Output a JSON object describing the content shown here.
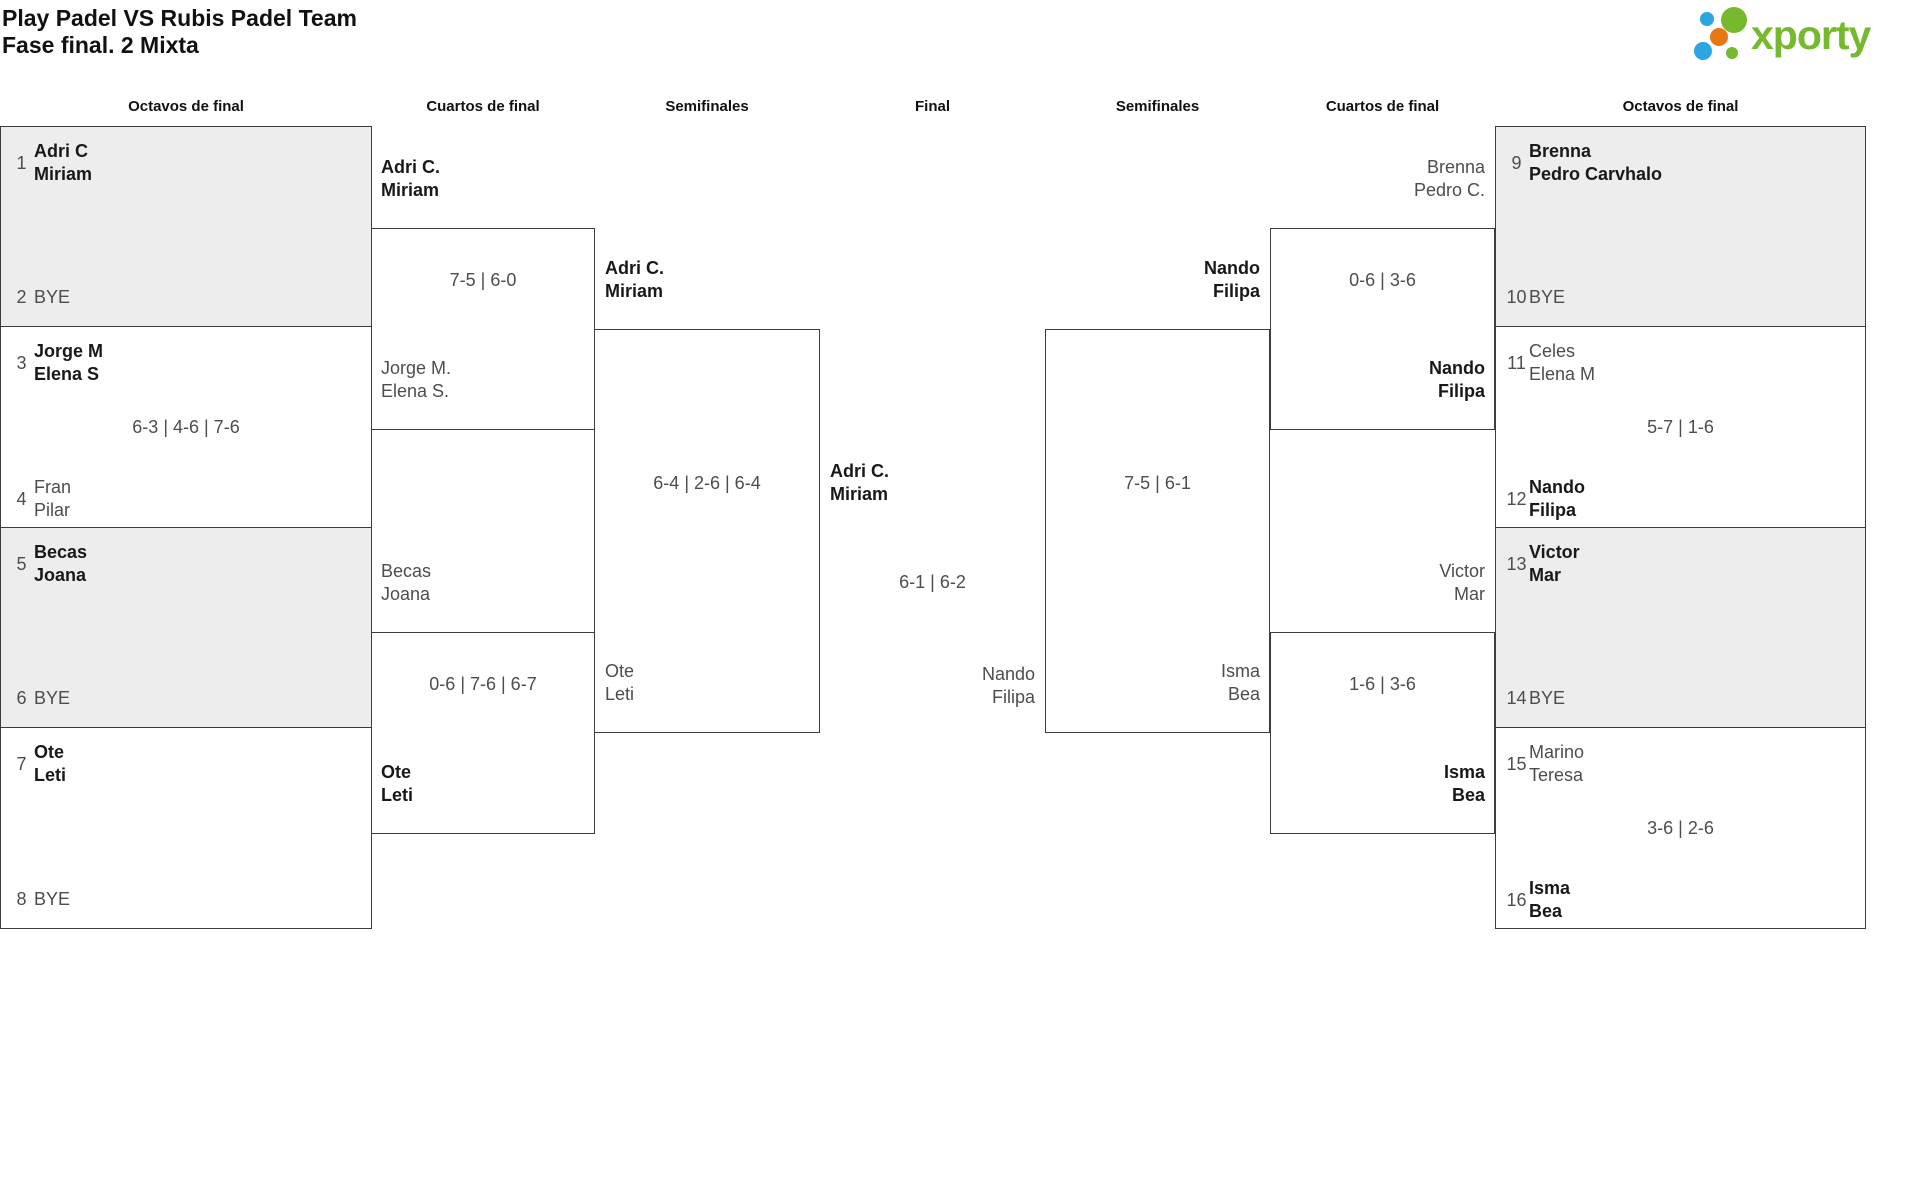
{
  "title": {
    "line1": "Play Padel VS Rubis Padel Team",
    "line2": "Fase final. 2 Mixta"
  },
  "logo": {
    "brand": "xporty",
    "green": "#76b82e",
    "blue": "#2ba7df",
    "orange": "#e97812"
  },
  "headers": {
    "r16_left": "Octavos de final",
    "qf_left": "Cuartos de final",
    "sf_left": "Semifinales",
    "final": "Final",
    "sf_right": "Semifinales",
    "qf_right": "Cuartos de final",
    "r16_right": "Octavos de final"
  },
  "r16": {
    "m1": {
      "seed1": "1",
      "t1a": "Adri C",
      "t1b": "Miriam",
      "seed2": "2",
      "t2a": "BYE"
    },
    "m2": {
      "seed1": "3",
      "t1a": "Jorge M",
      "t1b": "Elena S",
      "score": "6-3 | 4-6 | 7-6",
      "seed2": "4",
      "t2a": "Fran",
      "t2b": "Pilar"
    },
    "m3": {
      "seed1": "5",
      "t1a": "Becas",
      "t1b": "Joana",
      "seed2": "6",
      "t2a": "BYE"
    },
    "m4": {
      "seed1": "7",
      "t1a": "Ote",
      "t1b": "Leti",
      "seed2": "8",
      "t2a": "BYE"
    },
    "m5": {
      "seed1": "9",
      "t1a": "Brenna",
      "t1b": "Pedro Carvhalo",
      "seed2": "10",
      "t2a": "BYE"
    },
    "m6": {
      "seed1": "11",
      "t1a": "Celes",
      "t1b": "Elena M",
      "score": "5-7 | 1-6",
      "seed2": "12",
      "t2a": "Nando",
      "t2b": "Filipa"
    },
    "m7": {
      "seed1": "13",
      "t1a": "Victor",
      "t1b": "Mar",
      "seed2": "14",
      "t2a": "BYE"
    },
    "m8": {
      "seed1": "15",
      "t1a": "Marino",
      "t1b": "Teresa",
      "score": "3-6 | 2-6",
      "seed2": "16",
      "t2a": "Isma",
      "t2b": "Bea"
    }
  },
  "qf": {
    "left1": {
      "t1a": "Adri C.",
      "t1b": "Miriam",
      "score": "7-5 | 6-0",
      "t2a": "Jorge M.",
      "t2b": "Elena S."
    },
    "left2": {
      "t1a": "Becas",
      "t1b": "Joana",
      "score": "0-6 | 7-6 | 6-7",
      "t2a": "Ote",
      "t2b": "Leti"
    },
    "right1": {
      "t1a": "Brenna",
      "t1b": "Pedro C.",
      "score": "0-6 | 3-6",
      "t2a": "Nando",
      "t2b": "Filipa"
    },
    "right2": {
      "t1a": "Victor",
      "t1b": "Mar",
      "score": "1-6 | 3-6",
      "t2a": "Isma",
      "t2b": "Bea"
    }
  },
  "sf": {
    "left": {
      "t1a": "Adri C.",
      "t1b": "Miriam",
      "score": "6-4 | 2-6 | 6-4",
      "t2a": "Ote",
      "t2b": "Leti"
    },
    "right": {
      "t1a": "Nando",
      "t1b": "Filipa",
      "score": "7-5 | 6-1",
      "t2a": "Isma",
      "t2b": "Bea"
    }
  },
  "final": {
    "winner_a": "Adri C.",
    "winner_b": "Miriam",
    "score": "6-1 | 6-2",
    "runner_a": "Nando",
    "runner_b": "Filipa"
  }
}
